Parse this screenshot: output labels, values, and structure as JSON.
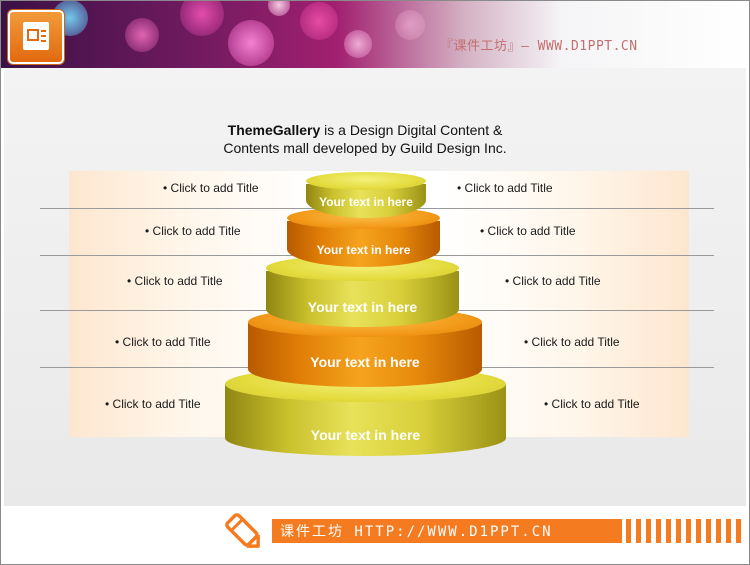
{
  "header": {
    "app_icon": "presentation-icon",
    "url_text": "『课件工坊』— WWW.D1PPT.CN"
  },
  "heading": {
    "brand": "ThemeGallery",
    "line1_rest": " is a Design Digital Content &",
    "line2": "Contents mall developed by Guild Design Inc."
  },
  "titles": {
    "left": [
      "• Click to add Title",
      "• Click to add Title",
      "• Click to add Title",
      "• Click to add Title",
      "• Click to add Title"
    ],
    "right": [
      "• Click to add Title",
      "• Click to add Title",
      "• Click to add Title",
      "• Click to add Title",
      "• Click to add Title"
    ]
  },
  "pyramid": {
    "tiers": [
      {
        "text": "Your text in here",
        "color": "yellow"
      },
      {
        "text": "Your text in here",
        "color": "orange"
      },
      {
        "text": "Your text in here",
        "color": "yellow"
      },
      {
        "text": "Your text in here",
        "color": "orange"
      },
      {
        "text": "Your text in here",
        "color": "yellow"
      }
    ]
  },
  "footer": {
    "icon": "pencil-icon",
    "text": "课件工坊 HTTP://WWW.D1PPT.CN"
  },
  "colors": {
    "accent_orange": "#f47b20",
    "tier_yellow": "#e4dc3f",
    "tier_orange": "#f39a1a"
  }
}
